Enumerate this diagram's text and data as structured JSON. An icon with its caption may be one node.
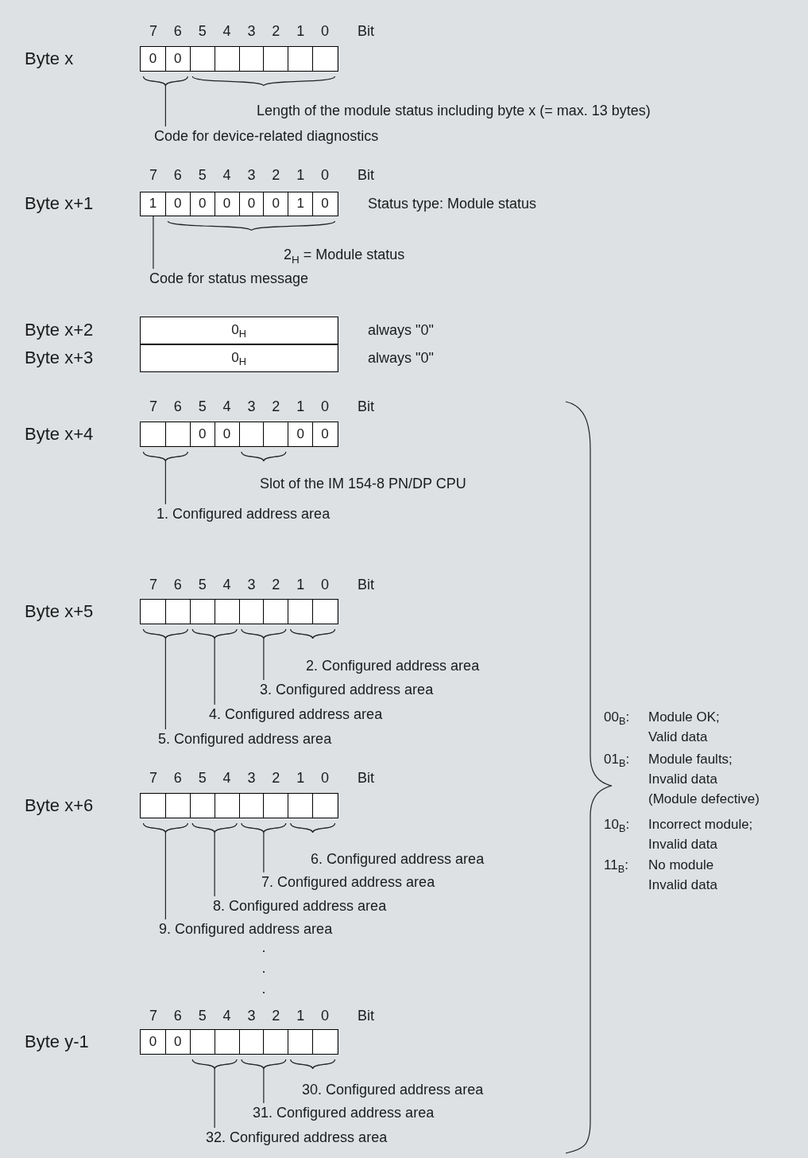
{
  "diagram": {
    "nodes": [
      {
        "text": [
          "Byte x"
        ]
      },
      {
        "text": [
          "0"
        ],
        "in": 0
      },
      {
        "text": [
          "0"
        ],
        "in": 0
      },
      {
        "text": [],
        "shape": "box",
        "in": 0
      },
      {
        "text": [],
        "shape": "box",
        "in": 0
      },
      {
        "text": [],
        "shape": "box",
        "in": 0
      },
      {
        "text": [],
        "shape": "box",
        "in": 0
      },
      {
        "text": [],
        "shape": "box",
        "in": 0
      },
      {
        "text": [],
        "shape": "box",
        "in": 0
      },
      {
        "text": [
          "Code for device-related diagnostics"
        ]
      },
      {
        "text": [
          "Byte x+1"
        ],
        "beside": [
          "Status type: Module status"
        ]
      },
      {
        "text": [
          "1"
        ],
        "in": 10
      },
      {
        "text": [
          "0"
        ],
        "in": 10
      },
      {
        "text": [
          "0"
        ],
        "in": 10
      },
      {
        "text": [
          "0"
        ],
        "in": 10
      },
      {
        "text": [
          "0"
        ],
        "in": 10
      },
      {
        "text": [
          "0"
        ],
        "in": 10
      },
      {
        "text": [
          "1"
        ],
        "in": 10
      },
      {
        "text": [
          "0"
        ],
        "in": 10
      },
      {
        "text": [
          "Code for status message"
        ]
      },
      {
        "text": [
          "Byte x+2"
        ],
        "beside": [
          "always \"0\""
        ]
      },
      {
        "text": [
          "0$_{H}$"
        ],
        "in": 20
      },
      {
        "text": [
          "Byte x+3"
        ],
        "beside": [
          "always \"0\""
        ]
      },
      {
        "text": [
          "0$_{H}$"
        ],
        "in": 22
      },
      {
        "text": [
          "Byte x+4"
        ]
      },
      {
        "text": [],
        "shape": "box",
        "in": 24
      },
      {
        "text": [],
        "shape": "box",
        "in": 24
      },
      {
        "text": [
          "0"
        ],
        "in": 24
      },
      {
        "text": [
          "0"
        ],
        "in": 24
      },
      {
        "text": [],
        "shape": "box",
        "in": 24
      },
      {
        "text": [],
        "shape": "box",
        "in": 24
      },
      {
        "text": [
          "0"
        ],
        "in": 24
      },
      {
        "text": [
          "0"
        ],
        "in": 24
      },
      {
        "text": [
          "1. Configured address area"
        ]
      },
      {
        "text": [
          "Byte x+5"
        ]
      },
      {
        "text": [],
        "shape": "box",
        "in": 34
      },
      {
        "text": [],
        "shape": "box",
        "in": 34
      },
      {
        "text": [],
        "shape": "box",
        "in": 34
      },
      {
        "text": [],
        "shape": "box",
        "in": 34
      },
      {
        "text": [],
        "shape": "box",
        "in": 34
      },
      {
        "text": [],
        "shape": "box",
        "in": 34
      },
      {
        "text": [],
        "shape": "box",
        "in": 34
      },
      {
        "text": [],
        "shape": "box",
        "in": 34
      },
      {
        "text": [
          "3. Configured address area"
        ]
      },
      {
        "text": [
          "4. Configured address area"
        ]
      },
      {
        "text": [
          "5. Configured address area"
        ]
      },
      {
        "text": [
          "Byte x+6"
        ]
      },
      {
        "text": [],
        "shape": "box",
        "in": 46
      },
      {
        "text": [],
        "shape": "box",
        "in": 46
      },
      {
        "text": [],
        "shape": "box",
        "in": 46
      },
      {
        "text": [],
        "shape": "box",
        "in": 46
      },
      {
        "text": [],
        "shape": "box",
        "in": 46
      },
      {
        "text": [],
        "shape": "box",
        "in": 46
      },
      {
        "text": [],
        "shape": "box",
        "in": 46
      },
      {
        "text": [],
        "shape": "box",
        "in": 46
      },
      {
        "text": [
          "7. Configured address area"
        ]
      },
      {
        "text": [
          "8. Configured address area"
        ]
      },
      {
        "text": [
          "9. Configured address area"
        ]
      },
      {
        "text": [
          "Byte y-1"
        ]
      },
      {
        "text": [
          "0"
        ],
        "in": 58
      },
      {
        "text": [
          "0"
        ],
        "in": 58
      },
      {
        "text": [],
        "shape": "box",
        "in": 58
      },
      {
        "text": [],
        "shape": "box",
        "in": 58
      },
      {
        "text": [],
        "shape": "box",
        "in": 58
      },
      {
        "text": [],
        "shape": "box",
        "in": 58
      },
      {
        "text": [],
        "shape": "box",
        "in": 58
      },
      {
        "text": [],
        "shape": "box",
        "in": 58
      },
      {
        "text": [
          "31. Configured address area"
        ]
      },
      {
        "text": [
          "32. Configured address area"
        ]
      }
    ],
    "edges": [
      {
        "from": 9,
        "to": null,
        "arrow": "none"
      },
      {
        "from": 19,
        "to": 11,
        "arrow": "none"
      },
      {
        "from": 33,
        "to": null,
        "arrow": "none"
      },
      {
        "from": 43,
        "to": null,
        "arrow": "none"
      },
      {
        "from": 44,
        "to": null,
        "arrow": "none"
      },
      {
        "from": 45,
        "to": null,
        "arrow": "none"
      },
      {
        "from": 55,
        "to": null,
        "arrow": "none"
      },
      {
        "from": 56,
        "to": null,
        "arrow": "none"
      },
      {
        "from": 57,
        "to": null,
        "arrow": "none"
      },
      {
        "from": 67,
        "to": null,
        "arrow": "none"
      },
      {
        "from": 68,
        "to": null,
        "arrow": "none"
      }
    ],
    "labels": [
      "7",
      "6",
      "5",
      "4",
      "3",
      "2",
      "1",
      "0",
      "Bit",
      "Length of the module status including byte x (= max. 13 bytes)",
      "7",
      "6",
      "5",
      "4",
      "3",
      "2",
      "1",
      "0",
      "Bit",
      "2$_{H}$ = Module status",
      "7",
      "6",
      "5",
      "4",
      "3",
      "2",
      "1",
      "0",
      "Bit",
      "Slot of the IM 154-8 PN/DP CPU",
      "7",
      "6",
      "5",
      "4",
      "3",
      "2",
      "1",
      "0",
      "Bit",
      "2. Configured address area",
      "00$_{B}$:",
      "Module OK; Valid data",
      "01$_{B}$:",
      "Module faults; Invalid data (Module defective)",
      "10$_{B}$:",
      "Incorrect module; Invalid data",
      "11$_{B}$:",
      "No module Invalid data",
      "7",
      "6",
      "5",
      "4",
      "3",
      "2",
      "1",
      "0",
      "Bit",
      "6. Configured address area",
      ".",
      ".",
      ".",
      "7",
      "6",
      "5",
      "4",
      "3",
      "2",
      "1",
      "0",
      "Bit",
      "30. Configured address area"
    ]
  }
}
